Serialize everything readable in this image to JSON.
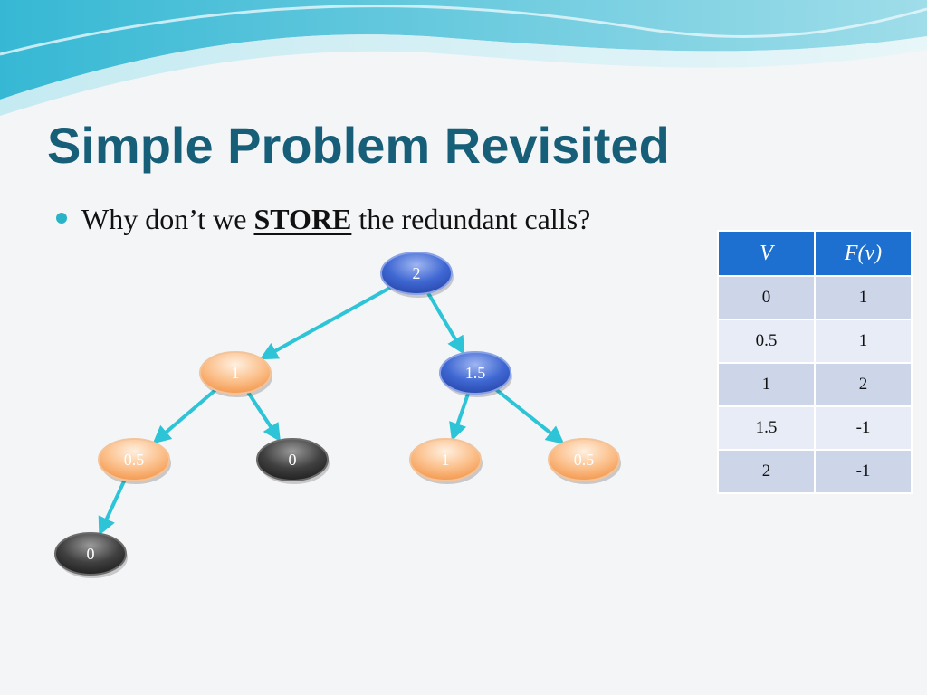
{
  "slide": {
    "title": "Simple Problem Revisited",
    "bullet": {
      "before": "Why don’t we ",
      "emphasis": "STORE",
      "after": " the redundant calls?"
    }
  },
  "tree": {
    "nodes": [
      {
        "id": "n2",
        "label": "2",
        "style": "blue"
      },
      {
        "id": "n1",
        "label": "1",
        "style": "orange"
      },
      {
        "id": "n15",
        "label": "1.5",
        "style": "blue"
      },
      {
        "id": "n05a",
        "label": "0.5",
        "style": "orange"
      },
      {
        "id": "n0a",
        "label": "0",
        "style": "dark"
      },
      {
        "id": "n1b",
        "label": "1",
        "style": "orange"
      },
      {
        "id": "n05b",
        "label": "0.5",
        "style": "orange"
      },
      {
        "id": "n0b",
        "label": "0",
        "style": "dark"
      }
    ],
    "edges": [
      [
        "n2",
        "n1"
      ],
      [
        "n2",
        "n15"
      ],
      [
        "n1",
        "n05a"
      ],
      [
        "n1",
        "n0a"
      ],
      [
        "n15",
        "n1b"
      ],
      [
        "n15",
        "n05b"
      ],
      [
        "n05a",
        "n0b"
      ]
    ],
    "colors": {
      "edge": "#2cc4d6",
      "blue": "#3b63cf",
      "orange": "#f8a465",
      "dark": "#3a3a3a"
    }
  },
  "table": {
    "headers": [
      "V",
      "F(v)"
    ],
    "rows": [
      [
        "0",
        "1"
      ],
      [
        "0.5",
        "1"
      ],
      [
        "1",
        "2"
      ],
      [
        "1.5",
        "-1"
      ],
      [
        "2",
        "-1"
      ]
    ]
  }
}
